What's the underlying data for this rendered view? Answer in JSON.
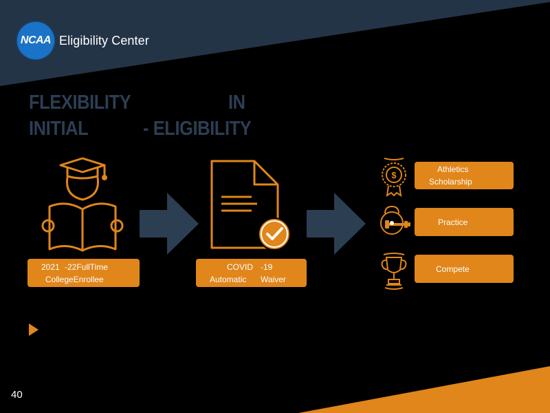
{
  "logo": {
    "mark": "NCAA",
    "text": "Eligibility Center"
  },
  "title": {
    "line1_left": "FLEXIBILITY",
    "line1_right": "IN",
    "line2_left": "INITIAL",
    "line2_right": "- ELIGIBILITY"
  },
  "chips": {
    "enrollee": {
      "a": "2021",
      "b": "-22FullTime",
      "c": "CollegeEnrollee"
    },
    "covid": {
      "a": "COVID",
      "b": "-19",
      "c": "Automatic",
      "d": "Waiver"
    },
    "athletics": {
      "a": "Athletics",
      "b": "Scholarship"
    },
    "practice": "Practice",
    "compete": "Compete"
  },
  "page_number": "40",
  "colors": {
    "accent": "#e0861a",
    "navy": "#243447",
    "title": "#2c3e52",
    "background": "#000000"
  },
  "icons": [
    "graduate-reading-icon",
    "document-check-icon",
    "scholarship-medal-icon",
    "kettlebell-dumbbell-icon",
    "trophy-icon",
    "arrow-right-icon",
    "bullet-triangle-icon"
  ]
}
